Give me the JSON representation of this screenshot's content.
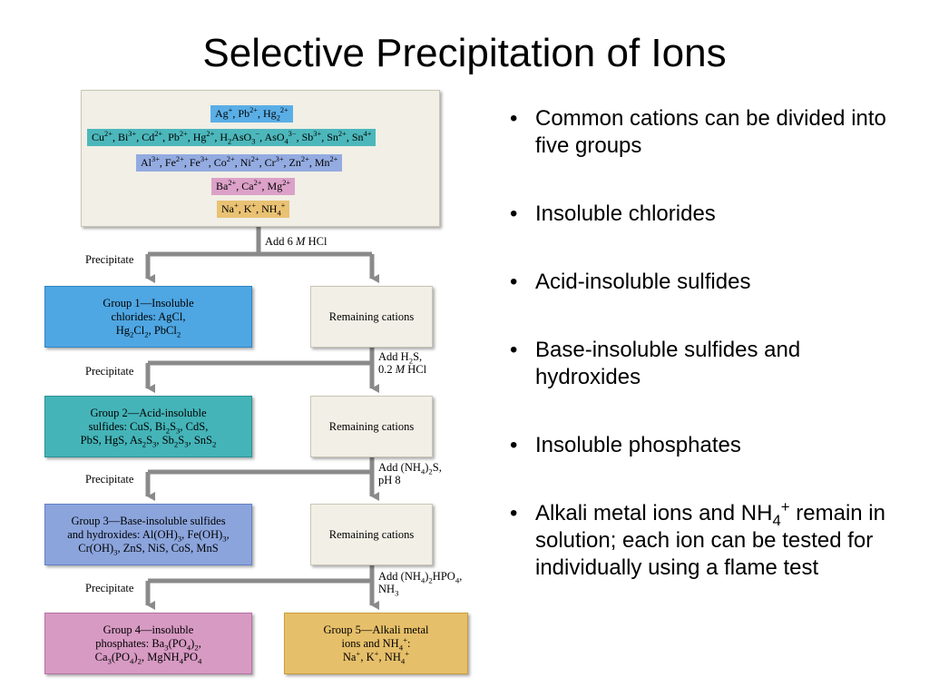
{
  "title": "Selective Precipitation of Ions",
  "diagram": {
    "ion_groups": [
      {
        "html": "Ag<sup>+</sup>, Pb<sup>2+</sup>, Hg<sub>2</sub><sup>2+</sup>",
        "color": "#5aaee6"
      },
      {
        "html": "Cu<sup>2+</sup>, Bi<sup>3+</sup>, Cd<sup>2+</sup>, Pb<sup>2+</sup>, Hg<sup>2+</sup>, H<sub>2</sub>AsO<sub>3</sub><sup>−</sup>, AsO<sub>4</sub><sup>3−</sup>, Sb<sup>3+</sup>, Sn<sup>2+</sup>, Sn<sup>4+</sup>",
        "color": "#4cb7bb"
      },
      {
        "html": "Al<sup>3+</sup>, Fe<sup>2+</sup>, Fe<sup>3+</sup>, Co<sup>2+</sup>, Ni<sup>2+</sup>, Cr<sup>3+</sup>, Zn<sup>2+</sup>, Mn<sup>2+</sup>",
        "color": "#93abe0"
      },
      {
        "html": "Ba<sup>2+</sup>, Ca<sup>2+</sup>, Mg<sup>2+</sup>",
        "color": "#dca1c8"
      },
      {
        "html": "Na<sup>+</sup>, K<sup>+</sup>, NH<sub>4</sub><sup>+</sup>",
        "color": "#eac273"
      }
    ],
    "reagents": [
      "Add 6 <i>M</i> HCl",
      "Add H<sub>2</sub>S,<br>0.2 <i>M</i> HCl",
      "Add (NH<sub>4</sub>)<sub>2</sub>S,<br>pH 8",
      "Add (NH<sub>4</sub>)<sub>2</sub>HPO<sub>4</sub>,<br>NH<sub>3</sub>"
    ],
    "precipitate_label": "Precipitate",
    "remaining_label": "Remaining cations",
    "groups": [
      "Group 1—Insoluble<br>chlorides: AgCl,<br>Hg<sub>2</sub>Cl<sub>2</sub>, PbCl<sub>2</sub>",
      "Group 2—Acid-insoluble<br>sulfides: CuS, Bi<sub>2</sub>S<sub>3</sub>, CdS,<br>PbS, HgS, As<sub>2</sub>S<sub>3</sub>, Sb<sub>2</sub>S<sub>3</sub>, SnS<sub>2</sub>",
      "Group 3—Base-insoluble sulfides<br>and hydroxides: Al(OH)<sub>3</sub>, Fe(OH)<sub>3</sub>,<br>Cr(OH)<sub>3</sub>, ZnS, NiS, CoS, MnS",
      "Group 4—insoluble<br>phosphates: Ba<sub>3</sub>(PO<sub>4</sub>)<sub>2</sub>,<br>Ca<sub>3</sub>(PO<sub>4</sub>)<sub>2</sub>, MgNH<sub>4</sub>PO<sub>4</sub>",
      "Group 5—Alkali metal<br>ions and NH<sub>4</sub><sup>+</sup>:<br>Na<sup>+</sup>, K<sup>+</sup>, NH<sub>4</sub><sup>+</sup>"
    ]
  },
  "bullets": [
    "Common cations can be divided into five groups",
    "Insoluble chlorides",
    "Acid-insoluble sulfides",
    "Base-insoluble sulfides and hydroxides",
    "Insoluble phosphates",
    "Alkali metal ions and NH<sub>4</sub><sup>+</sup> remain in solution; each ion can be tested for individually using a flame test"
  ],
  "bullet_symbol": "•",
  "colors": {
    "group1": "#4ea6e2",
    "group2": "#44b4b8",
    "group3": "#8ba4dc",
    "group4": "#d79ac3",
    "group5": "#e6bf6a",
    "panel": "#f1efe6",
    "arrow": "#8a8a8a"
  }
}
